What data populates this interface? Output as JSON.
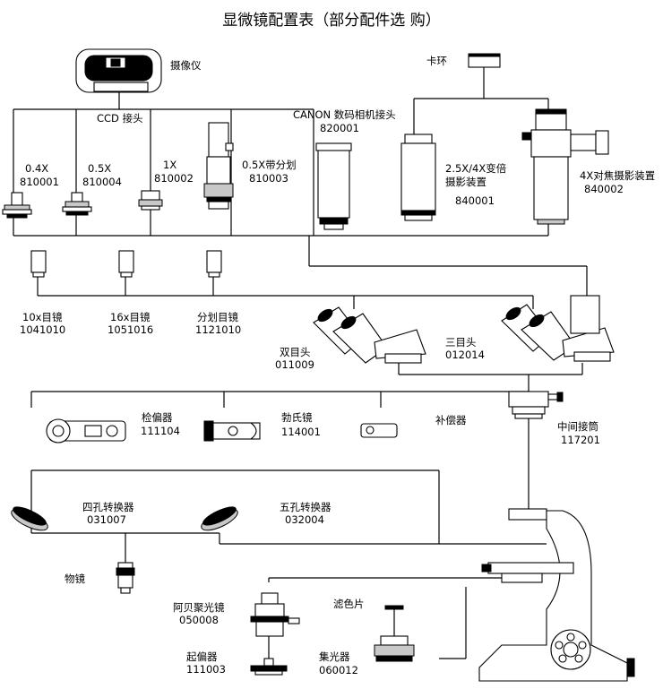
{
  "title": "显微镜配置表（部分配件选 购）",
  "labels": {
    "camera": "摄像仪",
    "ccd_adapter": "CCD 接头",
    "ccd_04x": "0.4X",
    "ccd_04x_code": "810001",
    "ccd_05x": "0.5X",
    "ccd_05x_code": "810004",
    "ccd_1x": "1X",
    "ccd_1x_code": "810002",
    "ccd_05x_reticle": "0.5X带分划",
    "ccd_05x_reticle_code": "810003",
    "canon_adapter": "CANON 数码相机接头",
    "canon_adapter_code": "820001",
    "clamp_ring": "卡环",
    "photo_zoom": "2.5X/4X变倍",
    "photo_zoom_2": "摄影装置",
    "photo_zoom_code": "840001",
    "photo_focus": "4X对焦摄影装置",
    "photo_focus_code": "840002",
    "eyepiece_10x": "10x目镜",
    "eyepiece_10x_code": "1041010",
    "eyepiece_16x": "16x目镜",
    "eyepiece_16x_code": "1051016",
    "eyepiece_reticle": "分划目镜",
    "eyepiece_reticle_code": "1121010",
    "binocular_head": "双目头",
    "binocular_head_code": "011009",
    "trinocular_head": "三目头",
    "trinocular_head_code": "012014",
    "analyzer": "检偏器",
    "analyzer_code": "111104",
    "bertrand_lens": "勃氏镜",
    "bertrand_lens_code": "114001",
    "compensator": "补偿器",
    "intermediate_tube": "中间接筒",
    "intermediate_tube_code": "117201",
    "nosepiece_4": "四孔转换器",
    "nosepiece_4_code": "031007",
    "nosepiece_5": "五孔转换器",
    "nosepiece_5_code": "032004",
    "objective": "物镜",
    "abbe_condenser": "阿贝聚光镜",
    "abbe_condenser_code": "050008",
    "filter": "滤色片",
    "polarizer": "起偏器",
    "polarizer_code": "111003",
    "condenser": "集光器",
    "condenser_code": "060012"
  },
  "colors": {
    "line": "#000000",
    "background": "#ffffff",
    "metal": "#c8c8c8"
  }
}
